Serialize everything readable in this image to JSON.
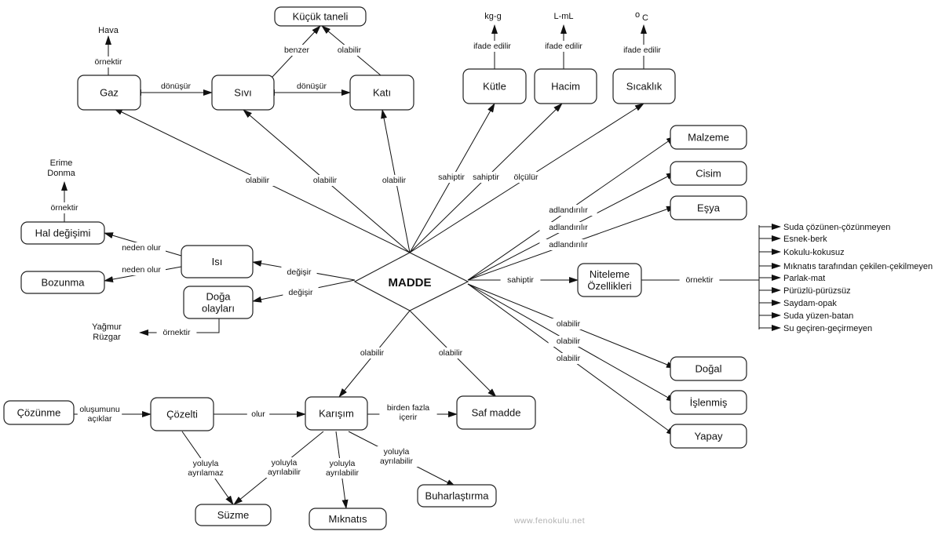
{
  "center": "MADDE",
  "nodes": {
    "gaz": "Gaz",
    "sivi": "Sıvı",
    "kati": "Katı",
    "kucuk_taneli": "Küçük taneli",
    "kutle": "Kütle",
    "hacim": "Hacim",
    "sicaklik": "Sıcaklık",
    "malzeme": "Malzeme",
    "cisim": "Cisim",
    "esya": "Eşya",
    "hal_degisimi": "Hal değişimi",
    "bozunma": "Bozunma",
    "isi": "Isı",
    "doga_olaylari": [
      "Doğa",
      "olayları"
    ],
    "niteleme": [
      "Niteleme",
      "Özellikleri"
    ],
    "dogal": "Doğal",
    "islenmis": "İşlenmiş",
    "yapay": "Yapay",
    "cozunme": "Çözünme",
    "cozelti": "Çözelti",
    "karisim": "Karışım",
    "saf_madde": "Saf madde",
    "suzme": "Süzme",
    "miknatis": "Mıknatıs",
    "buharlastirma": "Buharlaştırma"
  },
  "plain_texts": {
    "hava": "Hava",
    "erime_donma": [
      "Erime",
      "Donma"
    ],
    "kg_g": "kg-g",
    "l_ml": "L-mL",
    "oc": [
      "o",
      "C"
    ],
    "yagmur_ruzgar": [
      "Yağmur",
      "Rüzgar"
    ]
  },
  "edge_labels": {
    "ornektir": "örnektir",
    "donusur": "dönüşür",
    "benzer": "benzer",
    "olabilir": "olabilir",
    "ifade_edilir": "ifade edilir",
    "sahiptir": "sahiptir",
    "olculur": "ölçülür",
    "adlandirilir": "adlandırılır",
    "neden_olur": "neden olur",
    "degisir": "değişir",
    "olur": "olur",
    "olusumunu_aciklar": [
      "oluşumunu",
      "açıklar"
    ],
    "birden_fazla_icerir": [
      "birden fazla",
      "içerir"
    ],
    "yoluyla_ayrilamaz": [
      "yoluyla",
      "ayrılamaz"
    ],
    "yoluyla_ayrilabilir": [
      "yoluyla",
      "ayrılabilir"
    ]
  },
  "ozellikler": [
    "Suda çözünen-çözünmeyen",
    "Esnek-berk",
    "Kokulu-kokusuz",
    "Mıknatıs tarafından çekilen-çekilmeyen",
    "Parlak-mat",
    "Pürüzlü-pürüzsüz",
    "Saydam-opak",
    "Suda yüzen-batan",
    "Su geçiren-geçirmeyen"
  ],
  "watermark": "www.fenokulu.net"
}
